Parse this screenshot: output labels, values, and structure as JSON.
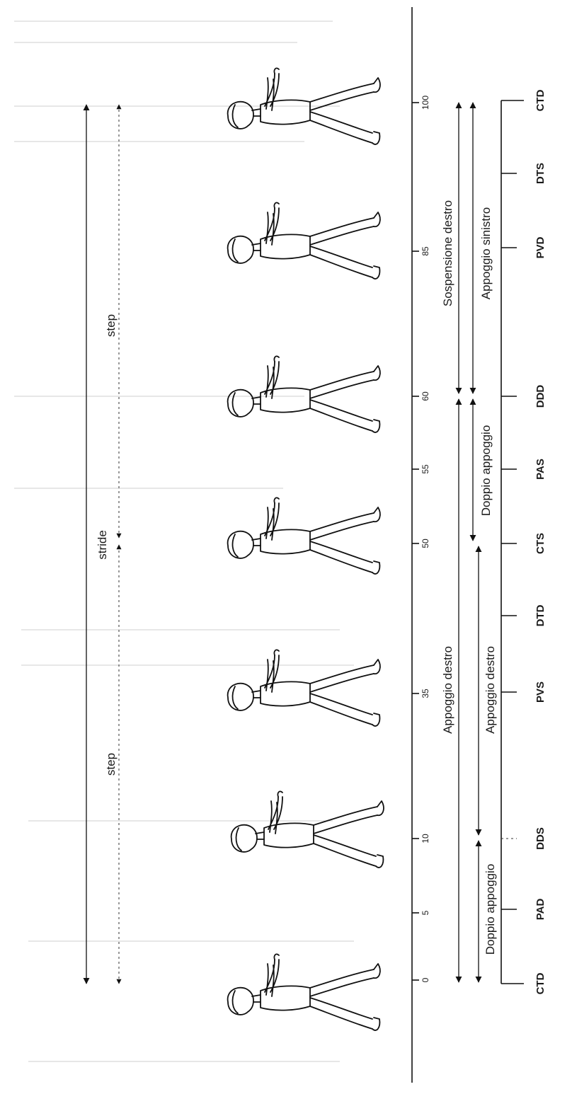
{
  "axis_ticks": [
    "0",
    "5",
    "10",
    "35",
    "50",
    "55",
    "60",
    "85",
    "100"
  ],
  "stride_label": "stride",
  "step_labels": [
    "step",
    "step"
  ],
  "phase_labels": {
    "appoggio_destro_outer": "Appoggio destro",
    "sospensione_destro": "Sospensione destro",
    "doppio_appoggio_left": "Doppio appoggio",
    "appoggio_destro_inner": "Appoggio destro",
    "doppio_appoggio_mid": "Doppio appoggio",
    "appoggio_sinistro": "Appoggio sinistro"
  },
  "events": [
    "CTD",
    "PAD",
    "DDS",
    "PVS",
    "DTD",
    "CTS",
    "PAS",
    "DDD",
    "PVD",
    "DTS",
    "CTD"
  ],
  "figure_count": 7
}
